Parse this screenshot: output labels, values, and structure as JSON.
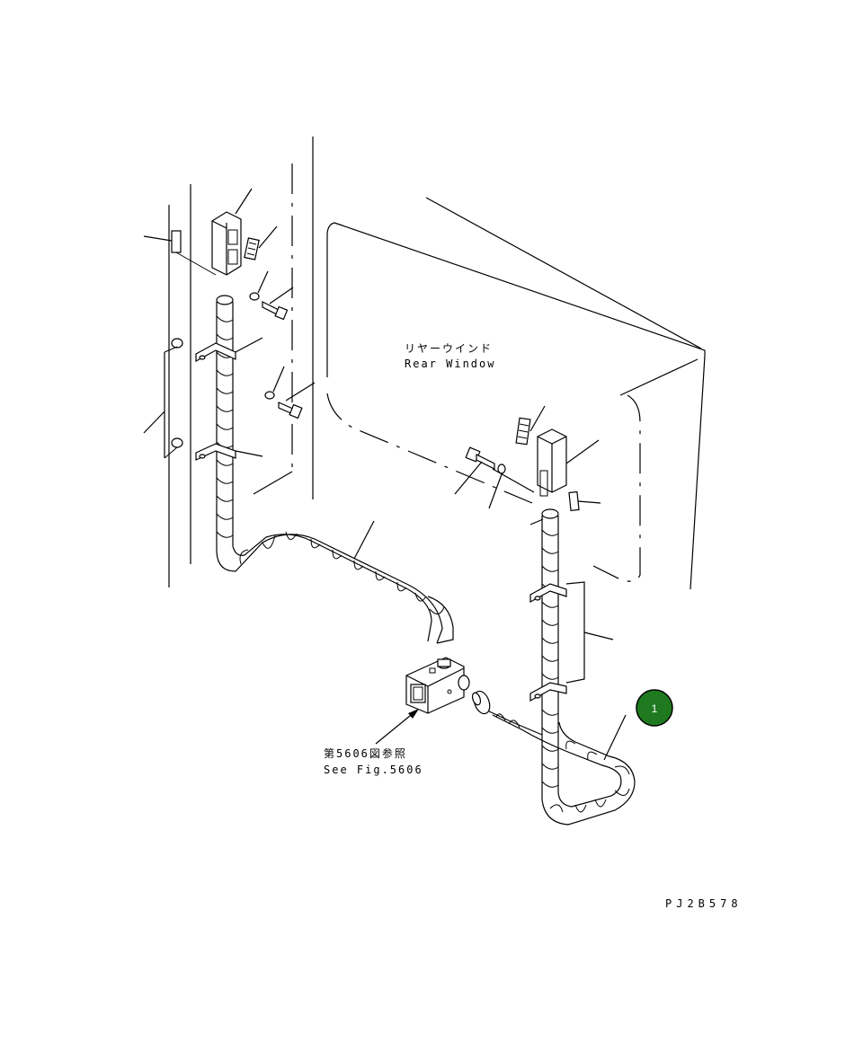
{
  "labels": {
    "rear_window_jp": "リヤーウインド",
    "rear_window_en": "Rear Window",
    "see_fig_jp": "第5606図参照",
    "see_fig_en": "See Fig.5606",
    "drawing_id": "PJ2B578"
  },
  "callout": {
    "number": "1",
    "color": "#1f7a1f"
  },
  "colors": {
    "line": "#000000",
    "background": "#ffffff"
  }
}
